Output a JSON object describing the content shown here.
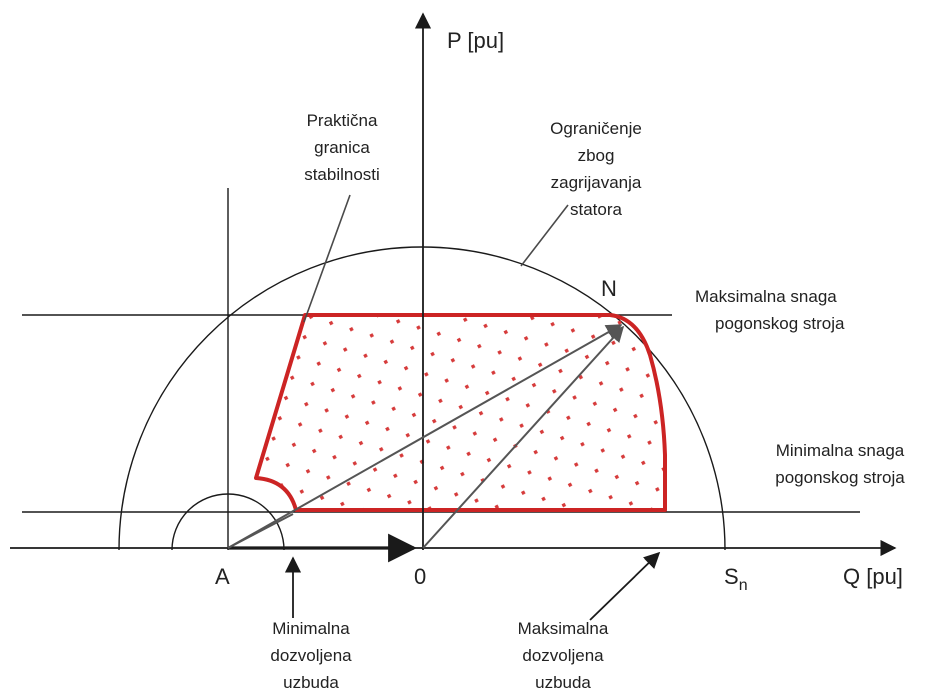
{
  "axes": {
    "p_label": "P [pu]",
    "q_label": "Q [pu]"
  },
  "points": {
    "a": "A",
    "zero": "0",
    "n": "N",
    "s_main": "S",
    "s_sub": "n"
  },
  "annotations": {
    "stability": [
      "Praktična",
      "granica",
      "stabilnosti"
    ],
    "stator": [
      "Ograničenje",
      "zbog",
      "zagrijavanja",
      "statora"
    ],
    "max_power": [
      "Maksimalna snaga",
      "pogonskog stroja"
    ],
    "min_power": [
      "Minimalna snaga",
      "pogonskog stroja"
    ],
    "min_excitation": [
      "Minimalna",
      "dozvoljena",
      "uzbuda"
    ],
    "max_excitation": [
      "Maksimalna",
      "dozvoljena",
      "uzbuda"
    ]
  },
  "colors": {
    "region_border": "#cc2424",
    "region_dots": "#d63a3a",
    "lines": "#1a1a1a",
    "vectors": "#555555"
  }
}
